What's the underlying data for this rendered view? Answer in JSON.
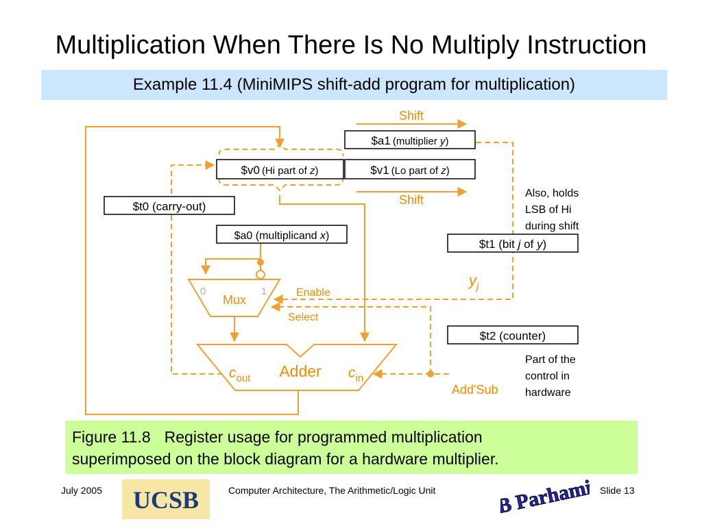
{
  "slide": {
    "title": "Multiplication When There Is No Multiply Instruction",
    "subtitle": "Example 11.4 (MiniMIPS shift-add program for multiplication)"
  },
  "diagram": {
    "shift_top": "Shift",
    "shift_bottom": "Shift",
    "a1_reg": "$a1",
    "a1_desc_pre": "(multiplier ",
    "a1_var": "y",
    "a1_desc_post": ")",
    "v0_reg": "$v0",
    "v0_desc_pre": "(Hi part of ",
    "v0_var": "z",
    "v0_desc_post": ")",
    "v1_reg": "$v1",
    "v1_desc_pre": "(Lo part of ",
    "v1_var": "z",
    "v1_desc_post": ")",
    "t0_label": "$t0 (carry-out)",
    "a0_label_pre": "$a0 (multiplicand ",
    "a0_var": "x",
    "a0_label_post": ")",
    "t1_pre": "$t1 (bit ",
    "t1_var_j": "j",
    "t1_mid": " of ",
    "t1_var_y": "y",
    "t1_post": ")",
    "t2_label": "$t2 (counter)",
    "note_also_lines": [
      "Also, holds",
      "LSB of Hi",
      "during shift"
    ],
    "yj_main": "y",
    "yj_sub": "j",
    "mux_label": "Mux",
    "mux_in0": "0",
    "mux_in1": "1",
    "enable_label": "Enable",
    "select_label": "Select",
    "adder_label": "Adder",
    "cout_main": "c",
    "cout_sub": "out",
    "cin_main": "c",
    "cin_sub": "in",
    "addsub_label": "Add'Sub",
    "note_part_lines": [
      "Part of the",
      "control in",
      "hardware"
    ]
  },
  "caption": {
    "figure_label": "Figure 11.8",
    "line1": "Register usage for programmed multiplication",
    "line2": "superimposed on the block diagram for a hardware multiplier."
  },
  "footer": {
    "date": "July 2005",
    "center": "Computer Architecture, The Arithmetic/Logic Unit",
    "slide_no": "Slide 13",
    "ucsb_logo": "UCSB",
    "author_logo": "B Parhami"
  },
  "colors": {
    "wire_orange": "#f0a030",
    "label_orange": "#f08c00",
    "subtitle_bg": "#cce6fb",
    "caption_bg": "#ccff99",
    "logo_bg": "#f7e7a6",
    "logo_navy": "#1f3a7a",
    "author_blue": "#2222aa"
  }
}
